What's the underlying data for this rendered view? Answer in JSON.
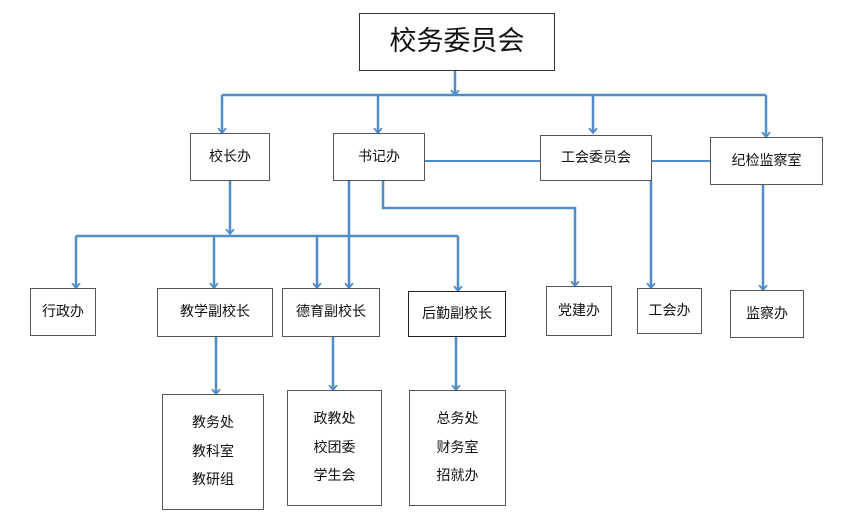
{
  "colors": {
    "connector": "#4f8cc9",
    "box_border": "#555555"
  },
  "chart_data": {
    "type": "org-chart",
    "nodes": {
      "root": "校务委员会",
      "principal_office": "校长办",
      "secretary_office": "书记办",
      "union_committee": "工会委员会",
      "discipline_office": "纪检监察室",
      "admin_office": "行政办",
      "vp_teaching": "教学副校长",
      "vp_moral": "德育副校长",
      "vp_logistics": "后勤副校长",
      "party_office": "党建办",
      "union_office": "工会办",
      "supervision_office": "监察办",
      "teaching_depts": [
        "教务处",
        "教科室",
        "教研组"
      ],
      "moral_depts": [
        "政教处",
        "校团委",
        "学生会"
      ],
      "logistics_depts": [
        "总务处",
        "财务室",
        "招就办"
      ]
    },
    "edges": [
      [
        "root",
        "principal_office"
      ],
      [
        "root",
        "secretary_office"
      ],
      [
        "root",
        "union_committee"
      ],
      [
        "root",
        "discipline_office"
      ],
      [
        "principal_office",
        "admin_office"
      ],
      [
        "principal_office",
        "vp_teaching"
      ],
      [
        "principal_office",
        "vp_moral"
      ],
      [
        "principal_office",
        "vp_logistics"
      ],
      [
        "secretary_office",
        "vp_moral"
      ],
      [
        "secretary_office",
        "party_office"
      ],
      [
        "union_committee",
        "union_office"
      ],
      [
        "discipline_office",
        "supervision_office"
      ],
      [
        "vp_teaching",
        "teaching_depts"
      ],
      [
        "vp_moral",
        "moral_depts"
      ],
      [
        "vp_logistics",
        "logistics_depts"
      ]
    ]
  }
}
